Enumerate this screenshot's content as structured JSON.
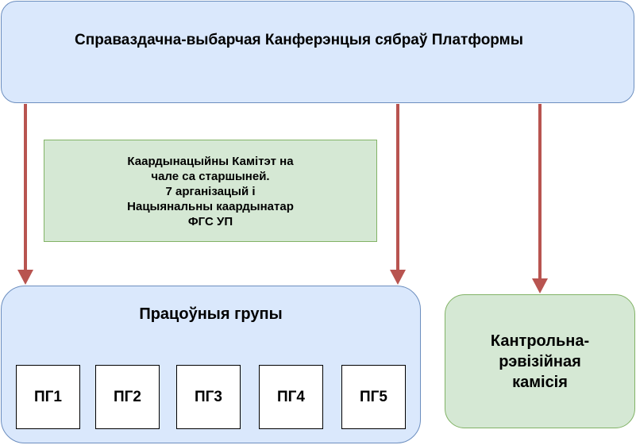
{
  "conference": {
    "title": "Справаздачна-выбарчая Канферэнцыя сябраў Платформы"
  },
  "coordination": {
    "lines": [
      "Каардынацыйны Камітэт на",
      "чале са старшыней.",
      "7 арганізацый і",
      "Нацыянальны каардынатар",
      "ФГС УП"
    ]
  },
  "working_groups": {
    "title": "Працоўныя групы",
    "items": [
      "ПГ1",
      "ПГ2",
      "ПГ3",
      "ПГ4",
      "ПГ5"
    ]
  },
  "audit_commission": {
    "lines": [
      "Кантрольна-",
      "рэвізійная",
      "камісія"
    ]
  },
  "colors": {
    "blue_fill": "#dae8fc",
    "blue_stroke": "#6c8ebf",
    "green_fill": "#d5e8d4",
    "green_stroke": "#82b366",
    "arrow": "#b85450"
  }
}
